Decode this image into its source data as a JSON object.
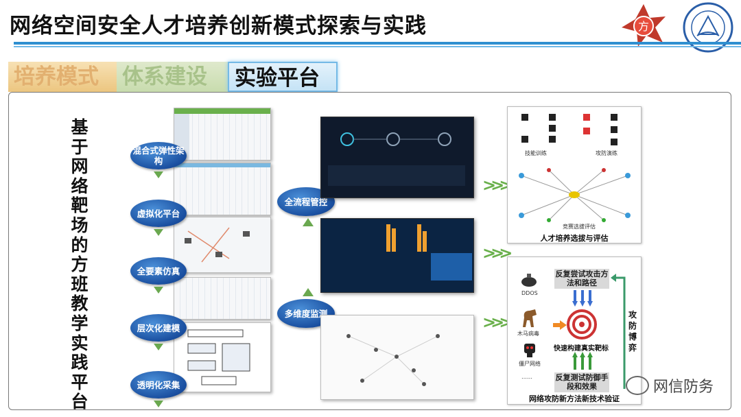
{
  "header": {
    "title": "网络空间安全人才培养创新模式探索与实践"
  },
  "tabs": [
    {
      "label": "培养模式"
    },
    {
      "label": "体系建设"
    },
    {
      "label": "实验平台"
    }
  ],
  "vertical_heading": "基于网络靶场的方班教学实践平台",
  "left_bubbles": [
    {
      "label": "混合式弹性架构"
    },
    {
      "label": "虚拟化平台"
    },
    {
      "label": "全要素仿真"
    },
    {
      "label": "层次化建模"
    },
    {
      "label": "透明化采集"
    }
  ],
  "mid_bubbles": [
    {
      "label": "全流程管控"
    },
    {
      "label": "多维度监测"
    }
  ],
  "right_top_panel": {
    "labels": [
      "技能训练",
      "攻防演练",
      "竞赛选拔评估"
    ],
    "caption": "人才培养选拔与评估"
  },
  "right_bottom_panel": {
    "top_box": "反复尝试攻击方法和路径",
    "bottom_box": "反复测试防御手段和效果",
    "center_label": "快速构建真实靶标",
    "side_text": "攻防博弈",
    "attack_labels": [
      "DDOS",
      "木马病毒",
      "僵尸网络",
      "……"
    ],
    "caption": "网络攻防新方法新技术验证"
  },
  "watermark": {
    "text": "网信防务"
  },
  "colors": {
    "title_line": "#2f8fd0",
    "bubble": "#1a4fa0",
    "arrow_green": "#6aa84f",
    "tab_active_border": "#74b9e6"
  }
}
